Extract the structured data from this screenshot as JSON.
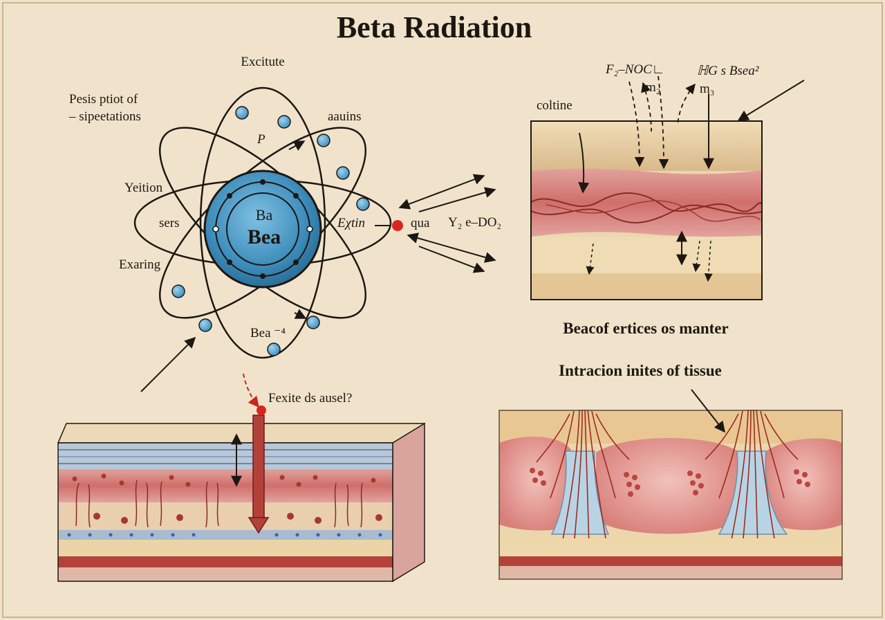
{
  "title": "Beta Radiation",
  "colors": {
    "paper": "#f1e3cb",
    "ink": "#1c1712",
    "nucleus": "#4b9ac4",
    "electron": "#55a6cf",
    "beta_particle": "#d8261e",
    "tissue_red": "#d98a86",
    "tissue_cream": "#ecd6ae",
    "stripe_blue": "#8ea9c6"
  },
  "atom": {
    "core_label_small": "Ba",
    "core_label_large": "Bea",
    "labels": {
      "top": "Excitute",
      "top_left_line1": "Pesis ptiot of",
      "top_left_line2": "– sipeetations",
      "upper_right": "aauins",
      "inner_p": "P",
      "left": "Yeition",
      "orbit_left": "sers",
      "lower_left": "Exaring",
      "orbit_right": "Eχtin",
      "bottom": "Bea ⁻⁴"
    }
  },
  "emission": {
    "particle_label": "qua",
    "formula_label": "Y₂ e–DO₂"
  },
  "cross_section": {
    "top_label": "coltine",
    "formula_left": "F₂–NOC∟",
    "formula_left_sub": "m₂",
    "formula_right": "ℍG s Bsea²",
    "formula_right_sub": "m₃",
    "caption": "Beacof ertices os manter"
  },
  "skin_block": {
    "label": "Fexite ds ausel?"
  },
  "tissue_panel": {
    "caption": "Intracion inites of tissue"
  }
}
